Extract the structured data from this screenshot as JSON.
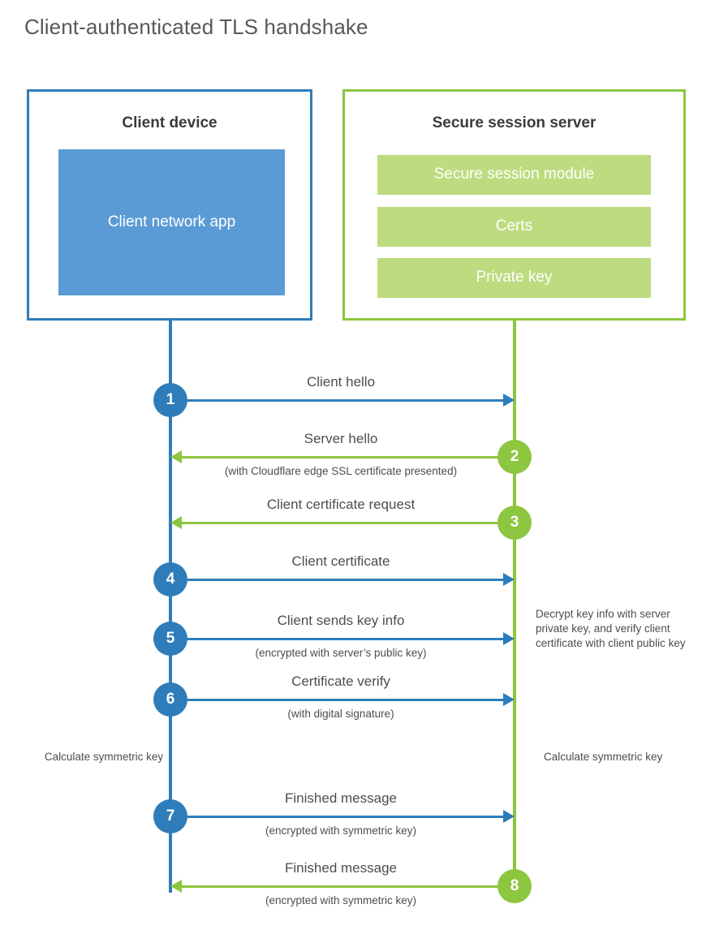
{
  "title": "Client-authenticated TLS handshake",
  "colors": {
    "blue_border": "#2E7DBA",
    "blue_fill": "#5B9BD5",
    "green_border": "#8DC63F",
    "green_fill": "#BCDC7F",
    "text": "#4d4d4d",
    "title_text": "#58595b",
    "background": "#ffffff"
  },
  "entities": {
    "client": {
      "title": "Client device",
      "blocks": [
        "Client network app"
      ]
    },
    "server": {
      "title": "Secure session server",
      "blocks": [
        "Secure session module",
        "Certs",
        "Private key"
      ]
    }
  },
  "steps": [
    {
      "number": "1",
      "direction": "client-to-server",
      "label": "Client hello",
      "sub": ""
    },
    {
      "number": "2",
      "direction": "server-to-client",
      "label": "Server hello",
      "sub": "(with Cloudflare edge SSL certificate presented)"
    },
    {
      "number": "3",
      "direction": "server-to-client",
      "label": "Client certificate request",
      "sub": ""
    },
    {
      "number": "4",
      "direction": "client-to-server",
      "label": "Client certificate",
      "sub": ""
    },
    {
      "number": "5",
      "direction": "client-to-server",
      "label": "Client sends key info",
      "sub": "(encrypted with server’s public key)"
    },
    {
      "number": "6",
      "direction": "client-to-server",
      "label": "Certificate verify",
      "sub": "(with digital signature)"
    },
    {
      "number": "7",
      "direction": "client-to-server",
      "label": "Finished message",
      "sub": "(encrypted with symmetric key)"
    },
    {
      "number": "8",
      "direction": "server-to-client",
      "label": "Finished message",
      "sub": "(encrypted with symmetric key)"
    }
  ],
  "annotations": {
    "server_decrypt": "Decrypt key info with server private key, and verify client certificate with client public key",
    "calculate_symmetric_key_client": "Calculate symmetric key",
    "calculate_symmetric_key_server": "Calculate symmetric key"
  }
}
